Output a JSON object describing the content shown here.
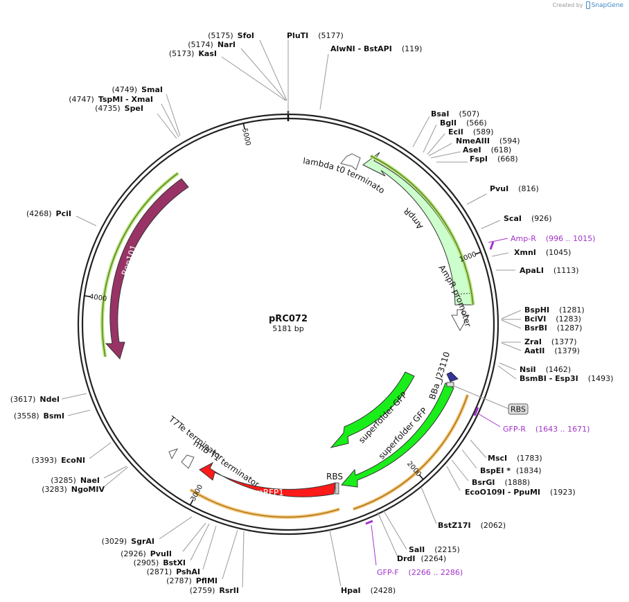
{
  "credit": {
    "created_by": "Created by",
    "brand": "SnapGene"
  },
  "plasmid": {
    "name": "pRC072",
    "size_label": "5181 bp",
    "length": 5181
  },
  "colors": {
    "ampr": "#ccffcc",
    "ampr_promoter": "#ccffcc",
    "lambda": "#ffffff",
    "rep101": "#993366",
    "sfgfp": "#1aee1a",
    "mrfp1": "#ff1a1a",
    "ori_outline": "#55aa22",
    "orange": "#f5a623",
    "primer": "#a233c9",
    "promoter": "#333399"
  },
  "ticks": [
    {
      "label": "1000",
      "pos": 1000
    },
    {
      "label": "2000",
      "pos": 2000
    },
    {
      "label": "3000",
      "pos": 3000
    },
    {
      "label": "4000",
      "pos": 4000
    },
    {
      "label": "5000",
      "pos": 5000
    }
  ],
  "sites": [
    {
      "name": "PluTI",
      "pos": "(5177)",
      "bp": 5177
    },
    {
      "name": "AlwNI   - BstAPI",
      "pos": "(119)",
      "bp": 119
    },
    {
      "name": "SfoI",
      "pos": "(5175)",
      "bp": 5175
    },
    {
      "name": "NarI",
      "pos": "(5174)",
      "bp": 5174
    },
    {
      "name": "KasI",
      "pos": "(5173)",
      "bp": 5173
    },
    {
      "name": "SmaI",
      "pos": "(4749)",
      "bp": 4749
    },
    {
      "name": "TspMI   - XmaI",
      "pos": "(4747)",
      "bp": 4747
    },
    {
      "name": "SpeI",
      "pos": "(4735)",
      "bp": 4735
    },
    {
      "name": "PciI",
      "pos": "(4268)",
      "bp": 4268
    },
    {
      "name": "BsaI",
      "pos": "(507)",
      "bp": 507
    },
    {
      "name": "BglI",
      "pos": "(566)",
      "bp": 566
    },
    {
      "name": "EciI",
      "pos": "(589)",
      "bp": 589
    },
    {
      "name": "NmeAIII",
      "pos": "(594)",
      "bp": 594
    },
    {
      "name": "AseI",
      "pos": "(618)",
      "bp": 618
    },
    {
      "name": "FspI",
      "pos": "(668)",
      "bp": 668
    },
    {
      "name": "PvuI",
      "pos": "(816)",
      "bp": 816
    },
    {
      "name": "ScaI",
      "pos": "(926)",
      "bp": 926
    },
    {
      "name": "XmnI",
      "pos": "(1045)",
      "bp": 1045
    },
    {
      "name": "ApaLI",
      "pos": "(1113)",
      "bp": 1113
    },
    {
      "name": "BspHI",
      "pos": "(1281)",
      "bp": 1281
    },
    {
      "name": "BciVI",
      "pos": "(1283)",
      "bp": 1283
    },
    {
      "name": "BsrBI",
      "pos": "(1287)",
      "bp": 1287
    },
    {
      "name": "ZraI",
      "pos": "(1377)",
      "bp": 1377
    },
    {
      "name": "AatII",
      "pos": "(1379)",
      "bp": 1379
    },
    {
      "name": "NsiI",
      "pos": "(1462)",
      "bp": 1462
    },
    {
      "name": "BsmBI   - Esp3I",
      "pos": "(1493)",
      "bp": 1493
    },
    {
      "name": "MscI",
      "pos": "(1783)",
      "bp": 1783
    },
    {
      "name": "BspEI *",
      "pos": "(1834)",
      "bp": 1834
    },
    {
      "name": "BsrGI",
      "pos": "(1888)",
      "bp": 1888
    },
    {
      "name": "EcoO109I   - PpuMI",
      "pos": "(1923)",
      "bp": 1923
    },
    {
      "name": "BstZ17I",
      "pos": "(2062)",
      "bp": 2062
    },
    {
      "name": "SalI",
      "pos": "(2215)",
      "bp": 2215
    },
    {
      "name": "DrdI",
      "pos": "(2264)",
      "bp": 2264
    },
    {
      "name": "HpaI",
      "pos": "(2428)",
      "bp": 2428
    },
    {
      "name": "RsrII",
      "pos": "(2759)",
      "bp": 2759
    },
    {
      "name": "PflMI",
      "pos": "(2787)",
      "bp": 2787
    },
    {
      "name": "PshAI",
      "pos": "(2871)",
      "bp": 2871
    },
    {
      "name": "BstXI",
      "pos": "(2905)",
      "bp": 2905
    },
    {
      "name": "PvuII",
      "pos": "(2926)",
      "bp": 2926
    },
    {
      "name": "SgrAI",
      "pos": "(3029)",
      "bp": 3029
    },
    {
      "name": "NgoMIV",
      "pos": "(3283)",
      "bp": 3283
    },
    {
      "name": "NaeI",
      "pos": "(3285)",
      "bp": 3285
    },
    {
      "name": "EcoNI",
      "pos": "(3393)",
      "bp": 3393
    },
    {
      "name": "BsmI",
      "pos": "(3558)",
      "bp": 3558
    },
    {
      "name": "NdeI",
      "pos": "(3617)",
      "bp": 3617
    }
  ],
  "primers": [
    {
      "name": "Amp-R",
      "range": "(996 .. 1015)"
    },
    {
      "name": "GFP-R",
      "range": "(1643 .. 1671)"
    },
    {
      "name": "GFP-F",
      "range": "(2266 .. 2286)"
    }
  ],
  "features": [
    {
      "label": "AmpR"
    },
    {
      "label": "AmpR promoter"
    },
    {
      "label": "lambda t0 terminator"
    },
    {
      "label": "Rep101"
    },
    {
      "label": "superfolder GFP"
    },
    {
      "label": "superfolder GFP"
    },
    {
      "label": "BBa_J23110"
    },
    {
      "label": "RBS"
    },
    {
      "label": "RBS"
    },
    {
      "label": "mRFP1"
    },
    {
      "label": "rrnB T1 terminator"
    },
    {
      "label": "T7Te terminator"
    }
  ]
}
